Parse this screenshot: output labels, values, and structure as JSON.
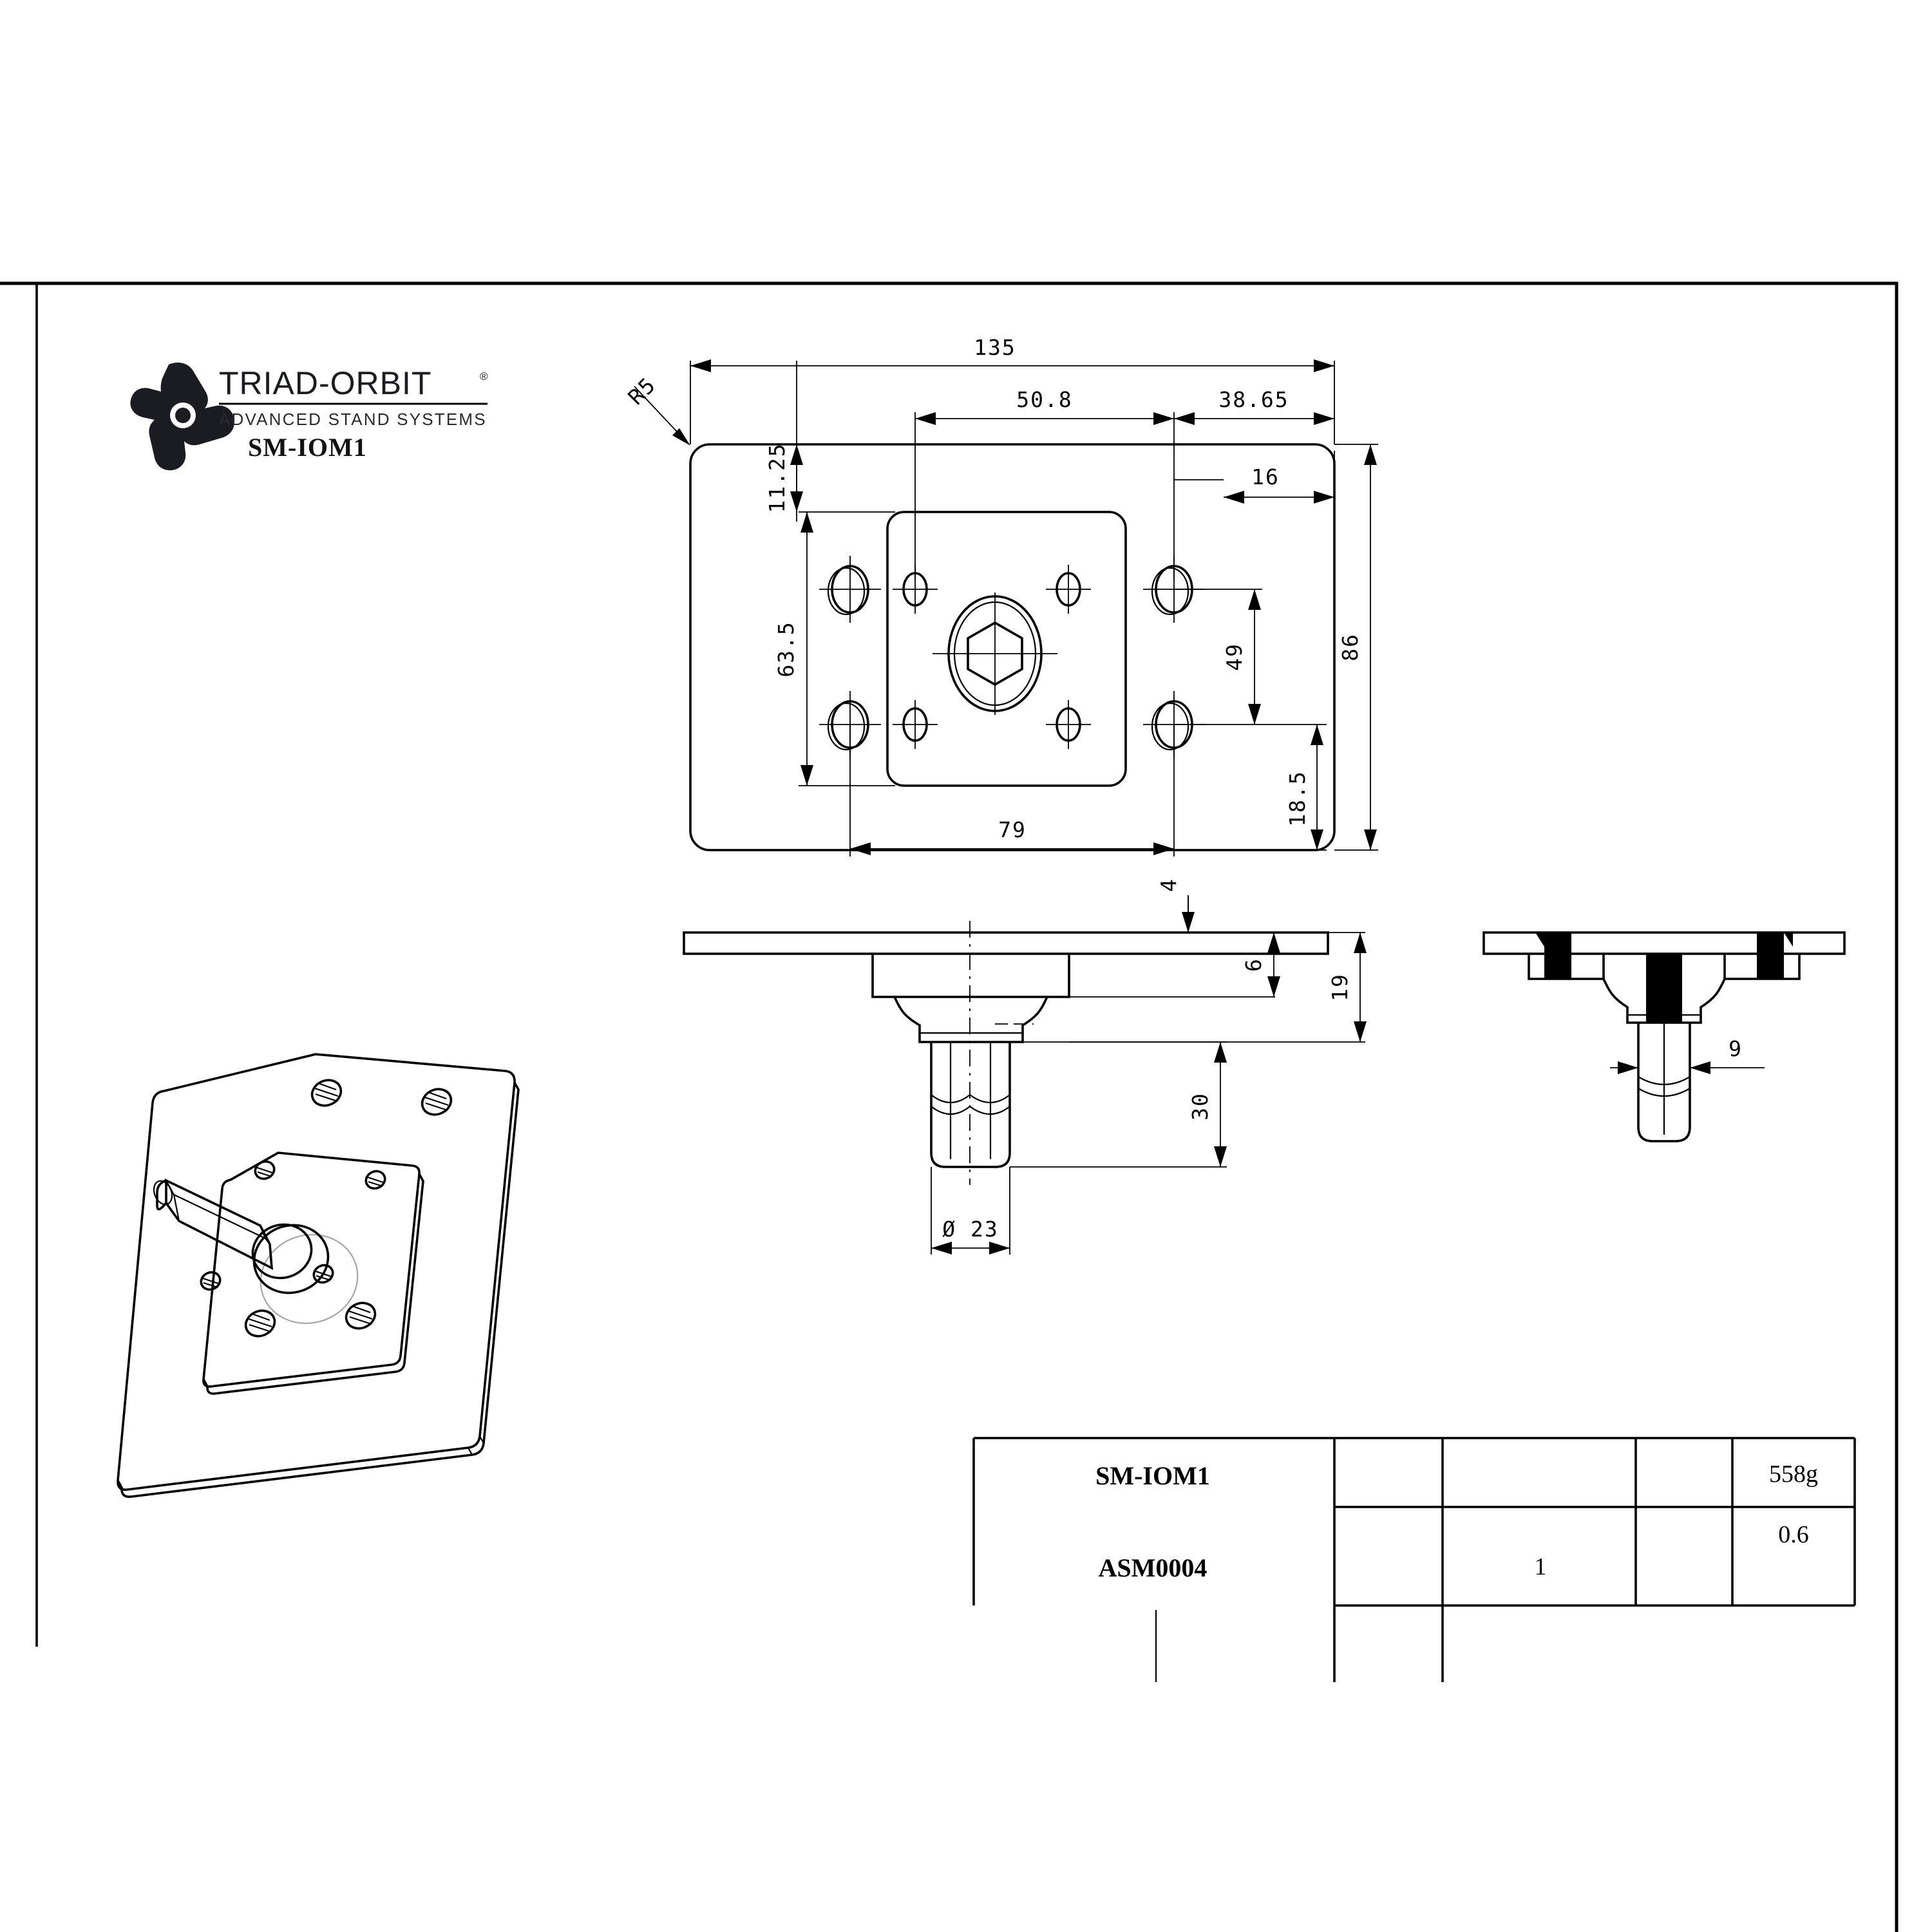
{
  "sheet": {
    "background": "#ffffff",
    "line_color": "#000000"
  },
  "logo": {
    "brand": "TRIAD-ORBIT",
    "registered_mark": "®",
    "tagline": "ADVANCED STAND SYSTEMS",
    "part_label": "SM-IOM1",
    "icon": "triad-orbit-trilobe-icon"
  },
  "views": {
    "top_view": {
      "name": "top-view-plate"
    },
    "side_view": {
      "name": "side-elevation-view"
    },
    "section_view": {
      "name": "section-cut-view"
    },
    "iso_view": {
      "name": "isometric-view"
    }
  },
  "dimensions": {
    "top": [
      {
        "id": "overall-width",
        "value": "135",
        "orient": "h"
      },
      {
        "id": "edge-to-inner-plate",
        "value": "11.25",
        "orient": "v"
      },
      {
        "id": "vesa-hole-spacing-x",
        "value": "50.8",
        "orient": "h"
      },
      {
        "id": "right-group-offset",
        "value": "38.65",
        "orient": "h"
      },
      {
        "id": "right-hole-edge-dist",
        "value": "16",
        "orient": "v"
      },
      {
        "id": "outer-hole-spacing-y",
        "value": "63.5",
        "orient": "v"
      },
      {
        "id": "right-hole-spacing-y",
        "value": "49",
        "orient": "v"
      },
      {
        "id": "bottom-hole-edge-dist",
        "value": "18.5",
        "orient": "v"
      },
      {
        "id": "overall-height",
        "value": "86",
        "orient": "v"
      },
      {
        "id": "outer-hole-spacing-x",
        "value": "79",
        "orient": "h"
      },
      {
        "id": "corner-radius",
        "value": "R5",
        "orient": "leader"
      }
    ],
    "side": [
      {
        "id": "plate-thickness",
        "value": "4",
        "orient": "v"
      },
      {
        "id": "boss-height",
        "value": "6",
        "orient": "v"
      },
      {
        "id": "total-boss-height",
        "value": "19",
        "orient": "v"
      },
      {
        "id": "shaft-length",
        "value": "30",
        "orient": "v"
      },
      {
        "id": "boss-diameter",
        "value": "Ø 23",
        "orient": "h"
      }
    ],
    "section": [
      {
        "id": "shaft-across-flats",
        "value": "9",
        "orient": "h"
      }
    ]
  },
  "title_block": {
    "part_number": "SM-IOM1",
    "assembly_number": "ASM0004",
    "weight": "558g",
    "scale": "0.6",
    "quantity": "1"
  }
}
